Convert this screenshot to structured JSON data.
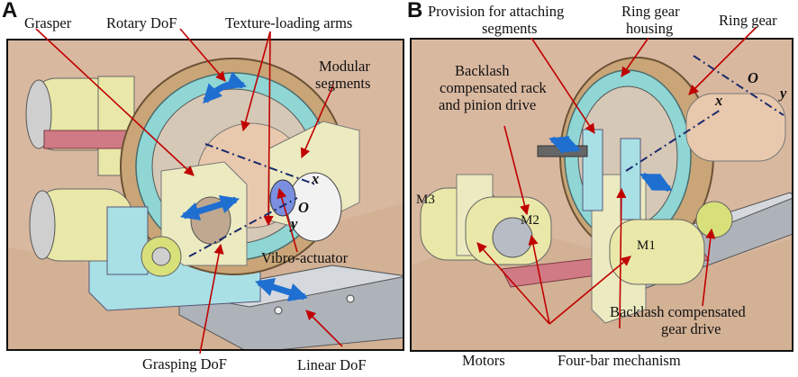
{
  "panels": {
    "a": {
      "letter": "A",
      "labels": {
        "grasper": "Grasper",
        "rotary": "Rotary DoF",
        "texture_arms": "Texture-loading arms",
        "modular_l1": "Modular",
        "modular_l2": "segments",
        "vibro": "Vibro-actuator",
        "grasping": "Grasping DoF",
        "linear": "Linear DoF",
        "axis_x": "x",
        "axis_y": "y",
        "origin": "O"
      }
    },
    "b": {
      "letter": "B",
      "labels": {
        "provision_l1": "Provision for attaching",
        "provision_l2": "segments",
        "ring_housing_l1": "Ring gear",
        "ring_housing_l2": "housing",
        "ring_gear": "Ring gear",
        "rack_l1": "Backlash",
        "rack_l2": "compensated rack",
        "rack_l3": "and pinion drive",
        "m3": "M3",
        "m2": "M2",
        "m1": "M1",
        "gear_drive_l1": "Backlash compensated",
        "gear_drive_l2": "gear drive",
        "motors": "Motors",
        "four_bar": "Four-bar mechanism",
        "axis_x": "x",
        "axis_y": "y",
        "origin": "O"
      }
    }
  },
  "colors": {
    "background": "#d9b8a0",
    "arrow_red": "#c00000",
    "arrow_blue": "#1f6fd1",
    "ring_gear": "#c9a577",
    "housing": "#7fd0cf",
    "motor": "#e9e8a8",
    "steel": "#b8bcc4"
  }
}
